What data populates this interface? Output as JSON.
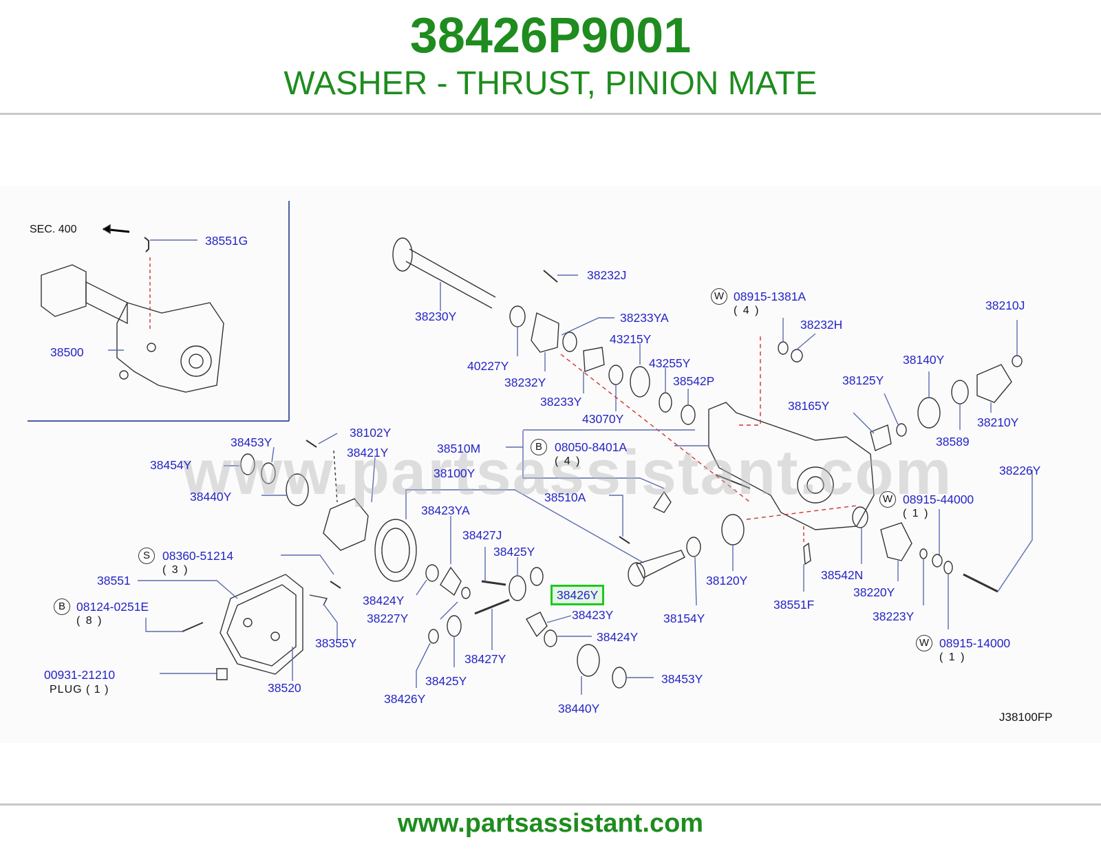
{
  "header": {
    "part_number": "38426P9001",
    "part_name": "WASHER - THRUST, PINION MATE"
  },
  "footer": {
    "url": "www.partsassistant.com"
  },
  "watermark": "www.partsassistant.com",
  "diagram": {
    "code": "J38100FP",
    "sec_label": "SEC.  400",
    "highlighted": "38426Y",
    "labels": {
      "l38551G": "38551G",
      "l38500": "38500",
      "l38230Y": "38230Y",
      "l38232J": "38232J",
      "l38233YA": "38233YA",
      "l40227Y": "40227Y",
      "l38232Y": "38232Y",
      "l38233Y": "38233Y",
      "l43215Y": "43215Y",
      "l43255Y": "43255Y",
      "l43070Y": "43070Y",
      "l38542P": "38542P",
      "l08915_1381A": "08915-1381A",
      "l38232H": "38232H",
      "l38210J": "38210J",
      "l38140Y": "38140Y",
      "l38125Y": "38125Y",
      "l38165Y": "38165Y",
      "l38589": "38589",
      "l38210Y": "38210Y",
      "l38102Y": "38102Y",
      "l38453Y_a": "38453Y",
      "l38421Y": "38421Y",
      "l38454Y": "38454Y",
      "l38440Y_a": "38440Y",
      "l38510M": "38510M",
      "l08050_8401A": "08050-8401A",
      "l38100Y": "38100Y",
      "l38510A": "38510A",
      "l38226Y": "38226Y",
      "l08915_44000": "08915-44000",
      "l38423YA": "38423YA",
      "l38427J": "38427J",
      "l38425Y_a": "38425Y",
      "l38426Y_hl": "38426Y",
      "l38424Y_a": "38424Y",
      "l38227Y": "38227Y",
      "l38423Y": "38423Y",
      "l38424Y_b": "38424Y",
      "l38427Y": "38427Y",
      "l38425Y_b": "38425Y",
      "l38426Y_b": "38426Y",
      "l38440Y_b": "38440Y",
      "l38453Y_b": "38453Y",
      "l38154Y": "38154Y",
      "l38120Y": "38120Y",
      "l38542N": "38542N",
      "l38220Y": "38220Y",
      "l38551F": "38551F",
      "l38223Y": "38223Y",
      "l08915_14000": "08915-14000",
      "l08360_51214": "08360-51214",
      "l38551": "38551",
      "l08124_0251E": "08124-0251E",
      "l38355Y": "38355Y",
      "l38520": "38520",
      "l00931_21210": "00931-21210"
    },
    "quantities": {
      "q4_a": "( 4 )",
      "q4_b": "( 4 )",
      "q1_a": "( 1 )",
      "q1_b": "( 1 )",
      "q3": "( 3 )",
      "q8": "( 8 )"
    },
    "plug_label": "PLUG ( 1 )",
    "prefixes": {
      "w": "W",
      "b": "B",
      "s": "S"
    }
  }
}
